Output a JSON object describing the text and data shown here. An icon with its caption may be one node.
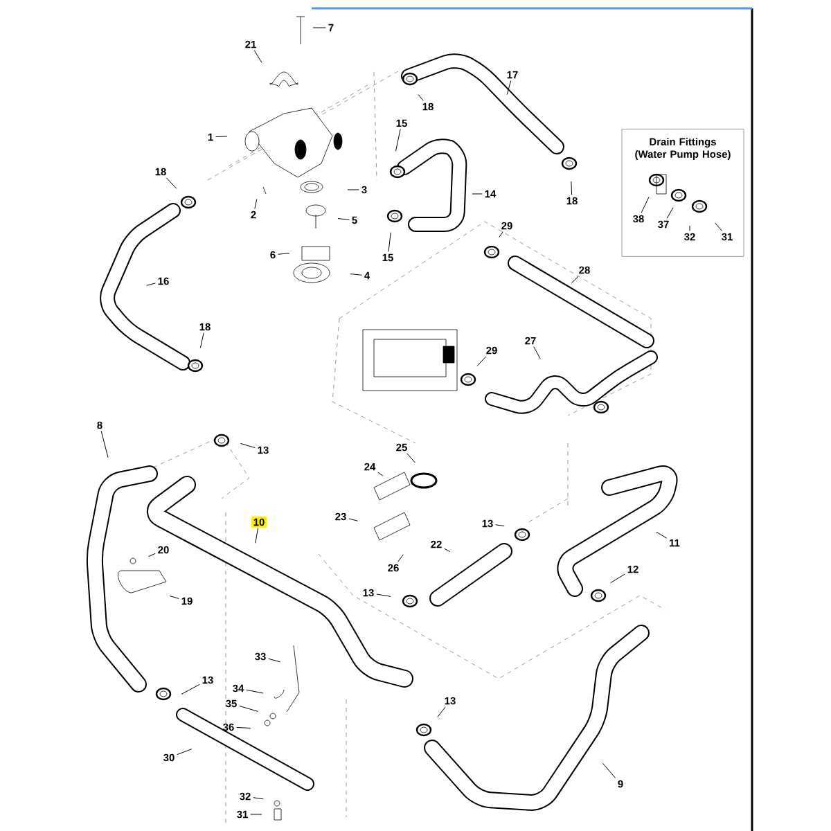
{
  "diagram": {
    "nodes": [
      {
        "text": [
          "7"
        ]
      },
      {
        "text": [
          "21"
        ]
      },
      {
        "text": [
          "18"
        ]
      },
      {
        "text": [
          "17"
        ]
      },
      {
        "text": [
          "1"
        ]
      },
      {
        "text": [
          "15"
        ]
      },
      {
        "text": [
          "Drain Fittings (Water Pump Hose)"
        ]
      },
      {
        "text": [
          "18"
        ]
      },
      {
        "text": [
          "3"
        ]
      },
      {
        "text": [
          "18"
        ]
      },
      {
        "text": [
          "14"
        ]
      },
      {
        "text": [
          "2"
        ]
      },
      {
        "text": [
          "38"
        ],
        "in": 6
      },
      {
        "text": [
          "37"
        ],
        "in": 6
      },
      {
        "text": [
          "5"
        ]
      },
      {
        "text": [
          "29"
        ]
      },
      {
        "text": [
          "32"
        ],
        "in": 6
      },
      {
        "text": [
          "31"
        ],
        "in": 6
      },
      {
        "text": [
          "6"
        ]
      },
      {
        "text": [
          "15"
        ]
      },
      {
        "text": [
          "28"
        ]
      },
      {
        "text": [
          "4"
        ]
      },
      {
        "text": [
          "16"
        ]
      },
      {
        "text": [
          "18"
        ]
      },
      {
        "text": [
          "27"
        ]
      },
      {
        "text": [
          "29"
        ]
      },
      {
        "text": [
          "8"
        ]
      },
      {
        "text": [
          "13"
        ]
      },
      {
        "text": [
          "25"
        ]
      },
      {
        "text": [
          "24"
        ]
      },
      {
        "text": [
          "23"
        ]
      },
      {
        "text": [
          "10"
        ]
      },
      {
        "text": [
          "13"
        ]
      },
      {
        "text": [
          "11"
        ]
      },
      {
        "text": [
          "22"
        ]
      },
      {
        "text": [
          "20"
        ]
      },
      {
        "text": [
          "26"
        ]
      },
      {
        "text": [
          "12"
        ]
      },
      {
        "text": [
          "13"
        ]
      },
      {
        "text": [
          "19"
        ]
      },
      {
        "text": [
          "33"
        ]
      },
      {
        "text": [
          "13"
        ]
      },
      {
        "text": [
          "34"
        ]
      },
      {
        "text": [
          "13"
        ]
      },
      {
        "text": [
          "35"
        ]
      },
      {
        "text": [
          "36"
        ]
      },
      {
        "text": [
          "30"
        ]
      },
      {
        "text": [
          "9"
        ]
      },
      {
        "text": [
          "32"
        ]
      },
      {
        "text": [
          "31"
        ]
      }
    ],
    "edges": [
      {
        "from": 0,
        "to": null,
        "arrow": "none"
      },
      {
        "from": 1,
        "to": null,
        "arrow": "none"
      },
      {
        "from": 2,
        "to": null,
        "arrow": "none"
      },
      {
        "from": 3,
        "to": null,
        "arrow": "none"
      },
      {
        "from": 4,
        "to": null,
        "arrow": "none"
      },
      {
        "from": 5,
        "to": null,
        "arrow": "none"
      },
      {
        "from": 7,
        "to": null,
        "arrow": "none"
      },
      {
        "from": 8,
        "to": null,
        "arrow": "none"
      },
      {
        "from": 9,
        "to": null,
        "arrow": "none"
      },
      {
        "from": 10,
        "to": null,
        "arrow": "none"
      },
      {
        "from": 11,
        "to": null,
        "arrow": "none"
      },
      {
        "from": 12,
        "to": null,
        "arrow": "none"
      },
      {
        "from": 13,
        "to": null,
        "arrow": "none"
      },
      {
        "from": 14,
        "to": null,
        "arrow": "none"
      },
      {
        "from": 15,
        "to": null,
        "arrow": "none"
      },
      {
        "from": 16,
        "to": null,
        "arrow": "none"
      },
      {
        "from": 17,
        "to": null,
        "arrow": "none"
      },
      {
        "from": 18,
        "to": null,
        "arrow": "none"
      },
      {
        "from": 19,
        "to": null,
        "arrow": "none"
      },
      {
        "from": 20,
        "to": null,
        "arrow": "none"
      },
      {
        "from": 21,
        "to": null,
        "arrow": "none"
      },
      {
        "from": 22,
        "to": null,
        "arrow": "none"
      },
      {
        "from": 23,
        "to": null,
        "arrow": "none"
      },
      {
        "from": 24,
        "to": null,
        "arrow": "none"
      },
      {
        "from": 25,
        "to": null,
        "arrow": "none"
      },
      {
        "from": 26,
        "to": null,
        "arrow": "none"
      },
      {
        "from": 27,
        "to": null,
        "arrow": "none"
      },
      {
        "from": 28,
        "to": null,
        "arrow": "none"
      },
      {
        "from": 29,
        "to": null,
        "arrow": "none"
      },
      {
        "from": 30,
        "to": null,
        "arrow": "none"
      },
      {
        "from": 31,
        "to": null,
        "arrow": "none"
      },
      {
        "from": 32,
        "to": null,
        "arrow": "none"
      },
      {
        "from": 33,
        "to": null,
        "arrow": "none"
      },
      {
        "from": 34,
        "to": null,
        "arrow": "none"
      },
      {
        "from": 35,
        "to": null,
        "arrow": "none"
      },
      {
        "from": 36,
        "to": null,
        "arrow": "none"
      },
      {
        "from": 37,
        "to": null,
        "arrow": "none"
      },
      {
        "from": 38,
        "to": null,
        "arrow": "none"
      },
      {
        "from": 39,
        "to": null,
        "arrow": "none"
      },
      {
        "from": 40,
        "to": null,
        "arrow": "none"
      },
      {
        "from": 41,
        "to": null,
        "arrow": "none"
      },
      {
        "from": 42,
        "to": null,
        "arrow": "none"
      },
      {
        "from": 43,
        "to": null,
        "arrow": "none"
      },
      {
        "from": 44,
        "to": null,
        "arrow": "none"
      },
      {
        "from": 45,
        "to": null,
        "arrow": "none"
      },
      {
        "from": 46,
        "to": null,
        "arrow": "none"
      },
      {
        "from": 47,
        "to": null,
        "arrow": "none"
      },
      {
        "from": 48,
        "to": null,
        "arrow": "none"
      },
      {
        "from": 49,
        "to": null,
        "arrow": "none"
      }
    ]
  }
}
